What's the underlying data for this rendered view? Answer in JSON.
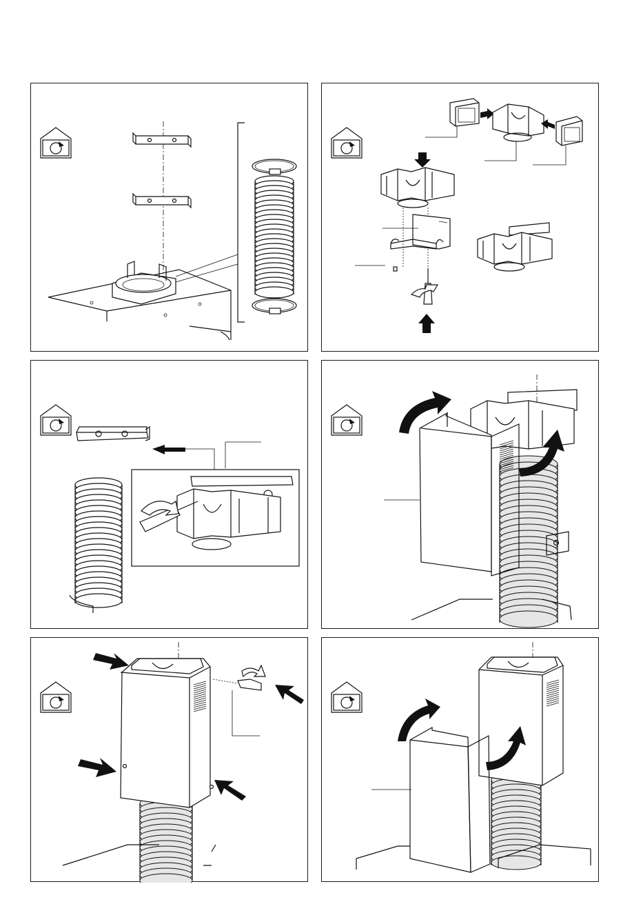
{
  "document": {
    "type": "installation-diagram",
    "panel_count": 6
  },
  "icons": {
    "house": "house-recirculation-icon",
    "arrow": "arrow-icon",
    "curved_arrow": "curved-arrow-icon",
    "screwdriver": "screwdriver-icon"
  },
  "colors": {
    "line": "#111111",
    "background": "#ffffff",
    "grey": "#e6e6e6"
  },
  "panels": [
    {
      "id": 1,
      "step": "brackets-and-flexible-duct"
    },
    {
      "id": 2,
      "step": "deflector-assembly"
    },
    {
      "id": 3,
      "step": "fix-deflector-bracket"
    },
    {
      "id": 4,
      "step": "fit-upper-chimney"
    },
    {
      "id": 5,
      "step": "screw-upper-chimney"
    },
    {
      "id": 6,
      "step": "fit-lower-chimney"
    }
  ]
}
